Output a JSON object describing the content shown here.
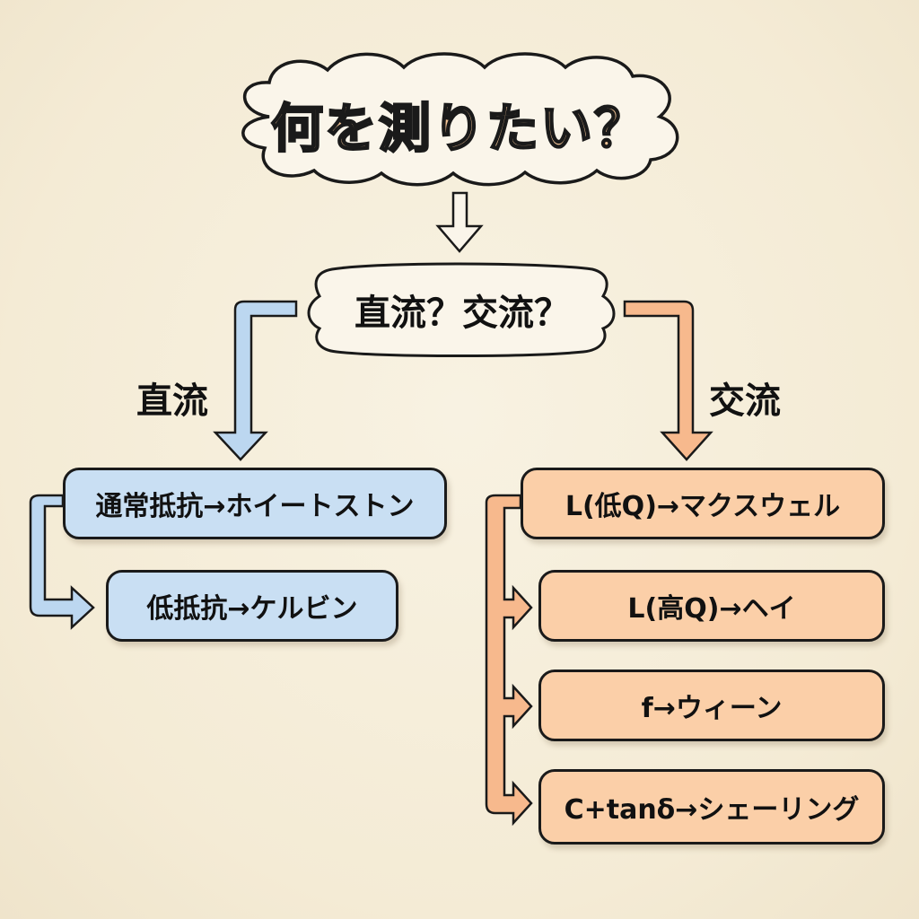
{
  "title": "何を測りたい？",
  "question": "直流？交流？",
  "colors": {
    "background": "#f6eedb",
    "dc_fill": "#c9dff3",
    "ac_fill": "#fbcfa8",
    "title_fill": "#f2c496",
    "outline": "#1a1a1a"
  },
  "branches": {
    "dc": {
      "label": "直流",
      "items": [
        {
          "text": "通常抵抗→ホイートストン"
        },
        {
          "text": "低抵抗→ケルビン"
        }
      ]
    },
    "ac": {
      "label": "交流",
      "items": [
        {
          "text": "L(低Q)→マクスウェル"
        },
        {
          "text": "L(高Q)→ヘイ"
        },
        {
          "text": "f→ウィーン"
        },
        {
          "text": "C+tanδ→シェーリング"
        }
      ]
    }
  }
}
